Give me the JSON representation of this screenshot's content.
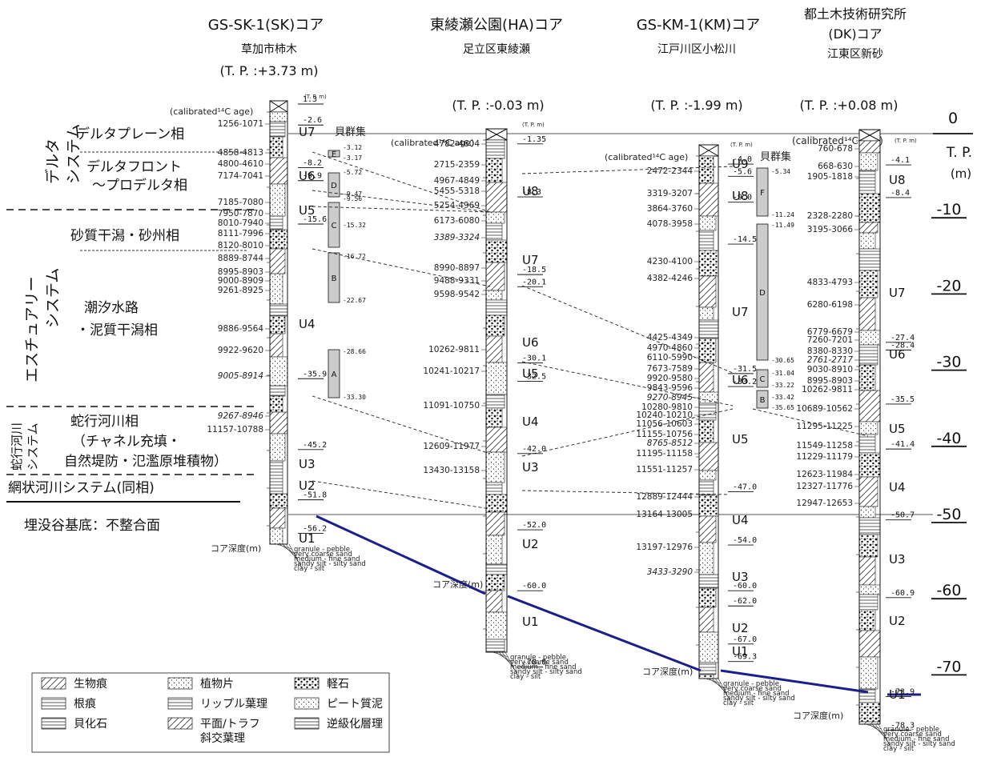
{
  "cores": [
    {
      "id": "SK",
      "title": "GS-SK-1(SK)コア",
      "place": "草加市柿木",
      "tp": "(T. P. :+3.73 m)",
      "age_header": "(calibrated¹⁴C age)",
      "tpm": "(T. P. m)",
      "depth_label": "コア深度(m)",
      "units": [
        "U7",
        "U6",
        "U5",
        "U4",
        "U3",
        "U2",
        "U1"
      ],
      "ages": [
        [
          "1256-1071",
          0
        ],
        [
          "4858-4813",
          0
        ],
        [
          "4800-4610",
          0
        ],
        [
          "7174-7041",
          0
        ],
        [
          "7185-7080",
          0
        ],
        [
          "7950-7870",
          0
        ],
        [
          "8010-7940",
          0
        ],
        [
          "8111-7996",
          0
        ],
        [
          "8120-8010",
          0
        ],
        [
          "8889-8744",
          0
        ],
        [
          "8995-8903",
          0
        ],
        [
          "9000-8909",
          0
        ],
        [
          "9261-8925",
          0
        ],
        [
          "9886-9564",
          0
        ],
        [
          "9922-9620",
          0
        ],
        [
          "9005-8914",
          1
        ],
        [
          "9267-8946",
          1
        ],
        [
          "11157-10788",
          0
        ]
      ],
      "boundaries": [
        "1.3",
        "-2.6",
        "-8.2",
        "-9.9",
        "-15.6",
        "-35.9",
        "-45.2",
        "-51.8",
        "-56.2"
      ],
      "shell_bands": [
        "E",
        "D",
        "C",
        "B",
        "A"
      ],
      "band_values": [
        "-3.12",
        "-3.17",
        "-5.72",
        "-9.47",
        "-9.56",
        "-15.32",
        "-16.72",
        "-22.67",
        "-28.66",
        "-33.30"
      ],
      "shell_label": "貝群集"
    },
    {
      "id": "HA",
      "title": "東綾瀬公園(HA)コア",
      "place": "足立区東綾瀬",
      "tp": "(T. P. :-0.03 m)",
      "age_header": "(calibrated¹⁴C age)",
      "tpm": "(T. P. m)",
      "depth_label": "コア深度(m)",
      "units": [
        "U8",
        "U7",
        "U6",
        "U5",
        "U4",
        "U3",
        "U2",
        "U1"
      ],
      "ages": [
        [
          "4782-4604",
          0
        ],
        [
          "2715-2359",
          0
        ],
        [
          "4967-4849",
          0
        ],
        [
          "5455-5318",
          0
        ],
        [
          "5254-4969",
          0
        ],
        [
          "6173-6080",
          0
        ],
        [
          "3389-3324",
          1
        ],
        [
          "8990-8897",
          0
        ],
        [
          "9488-9331",
          0
        ],
        [
          "9598-9542",
          0
        ],
        [
          "10262-9811",
          0
        ],
        [
          "10241-10217",
          0
        ],
        [
          "11091-10750",
          0
        ],
        [
          "12609-11977",
          0
        ],
        [
          "13430-13158",
          0
        ]
      ],
      "boundaries": [
        "-1.35",
        "-8.3",
        "-18.5",
        "-20.1",
        "-30.1",
        "-32.5",
        "-42.0",
        "-52.0",
        "-60.0",
        "-70.0"
      ]
    },
    {
      "id": "KM",
      "title": "GS-KM-1(KM)コア",
      "place": "江戸川区小松川",
      "tp": "(T. P. :-1.99 m)",
      "age_header": "(calibrated¹⁴C age)",
      "tpm": "(T. P. m)",
      "depth_label": "コア深度(m)",
      "units": [
        "U9",
        "U8",
        "U7",
        "U6",
        "U5",
        "U4",
        "U3",
        "U2",
        "U1"
      ],
      "ages": [
        [
          "2472-2344",
          0
        ],
        [
          "3319-3207",
          0
        ],
        [
          "3864-3760",
          0
        ],
        [
          "4078-3958",
          0
        ],
        [
          "4230-4100",
          0
        ],
        [
          "4382-4246",
          0
        ],
        [
          "4425-4349",
          0
        ],
        [
          "4970-4860",
          0
        ],
        [
          "6110-5990",
          0
        ],
        [
          "7673-7589",
          0
        ],
        [
          "9920-9580",
          0
        ],
        [
          "9843-9596",
          0
        ],
        [
          "9270-8945",
          1
        ],
        [
          "10280-9810",
          0
        ],
        [
          "10240-10210",
          0
        ],
        [
          "11056-10603",
          0
        ],
        [
          "11155-10756",
          0
        ],
        [
          "8765-8512",
          1
        ],
        [
          "11195-11158",
          0
        ],
        [
          "11551-11257",
          0
        ],
        [
          "12889-12444",
          0
        ],
        [
          "13164-13005",
          0
        ],
        [
          "13197-12976",
          0
        ],
        [
          "3433-3290",
          1
        ]
      ],
      "boundaries": [
        "-4.0",
        "-5.6",
        "-9.0",
        "-14.5",
        "-31.5",
        "-33.2",
        "-47.0",
        "-54.0",
        "-60.0",
        "-62.0",
        "-67.0",
        "-69.3"
      ],
      "shell_bands": [
        "F",
        "D",
        "C",
        "B"
      ],
      "band_values": [
        "-5.34",
        "-11.24",
        "-11.49",
        "-30.65",
        "-31.04",
        "-33.22",
        "-33.42",
        "-35.65"
      ],
      "shell_label": "貝群集"
    },
    {
      "id": "DK",
      "title": "都土木技術研究所",
      "title2": "(DK)コア",
      "place": "江東区新砂",
      "tp": "(T. P. :+0.08 m)",
      "age_header": "(calibrated¹⁴C age)",
      "tpm": "(T. P. m)",
      "depth_label": "コア深度(m)",
      "units": [
        "U8",
        "U7",
        "U6",
        "U5",
        "U4",
        "U3",
        "U2",
        "U1"
      ],
      "ages": [
        [
          "760-678",
          0
        ],
        [
          "668-630",
          0
        ],
        [
          "1905-1818",
          0
        ],
        [
          "2328-2280",
          0
        ],
        [
          "3195-3066",
          0
        ],
        [
          "4833-4793",
          0
        ],
        [
          "6280-6198",
          0
        ],
        [
          "6779-6679",
          0
        ],
        [
          "7260-7201",
          0
        ],
        [
          "8380-8330",
          0
        ],
        [
          "2761-2717",
          1
        ],
        [
          "9030-8910",
          0
        ],
        [
          "8995-8903",
          0
        ],
        [
          "10262-9811",
          0
        ],
        [
          "10689-10562",
          0
        ],
        [
          "11295-11225",
          0
        ],
        [
          "11549-11258",
          0
        ],
        [
          "11229-11179",
          0
        ],
        [
          "12623-11984",
          0
        ],
        [
          "12327-11776",
          0
        ],
        [
          "12947-12653",
          0
        ]
      ],
      "boundaries": [
        "-4.1",
        "-8.4",
        "-27.4",
        "-28.4",
        "-35.5",
        "-41.4",
        "-50.7",
        "-60.9",
        "-73.9",
        "-78.3"
      ]
    }
  ],
  "tp_axis": {
    "ticks": [
      "0",
      "-10",
      "-20",
      "-30",
      "-40",
      "-50",
      "-60",
      "-70"
    ],
    "label": "T. P.",
    "unit": "(m)"
  },
  "facies": [
    "デルタプレーン相",
    "デルタフロント",
    "～プロデルタ相",
    "砂質干潟・砂州相",
    "潮汐水路",
    "・泥質干潟相",
    "蛇行河川相",
    "（チャネル充填・",
    "自然堤防・氾濫原堆積物）",
    "網状河川システム(同相)",
    "埋没谷基底：不整合面"
  ],
  "systems": [
    "デルタ",
    "システム",
    "エスチュアリー",
    "システム",
    "蛇行河川",
    "システム"
  ],
  "grain_scale": [
    "granule - pebble",
    "very coarse sand",
    "medium - fine sand",
    "sandy silt - silty sand",
    "clay - silt"
  ],
  "legend": [
    {
      "icon": "burrow-icon",
      "label": "生物痕"
    },
    {
      "icon": "plant-fragment-icon",
      "label": "植物片"
    },
    {
      "icon": "pumice-icon",
      "label": "軽石"
    },
    {
      "icon": "root-trace-icon",
      "label": "根痕"
    },
    {
      "icon": "ripple-lamination-icon",
      "label": "リップル葉理"
    },
    {
      "icon": "peaty-mud-icon",
      "label": "ピート質泥"
    },
    {
      "icon": "shell-fossil-icon",
      "label": "貝化石"
    },
    {
      "icon": "cross-lamination-icon",
      "label": "平面/トラフ"
    },
    {
      "icon": "cross-lamination-icon",
      "label": "斜交葉理"
    },
    {
      "icon": "inverse-grading-icon",
      "label": "逆級化層理"
    }
  ]
}
